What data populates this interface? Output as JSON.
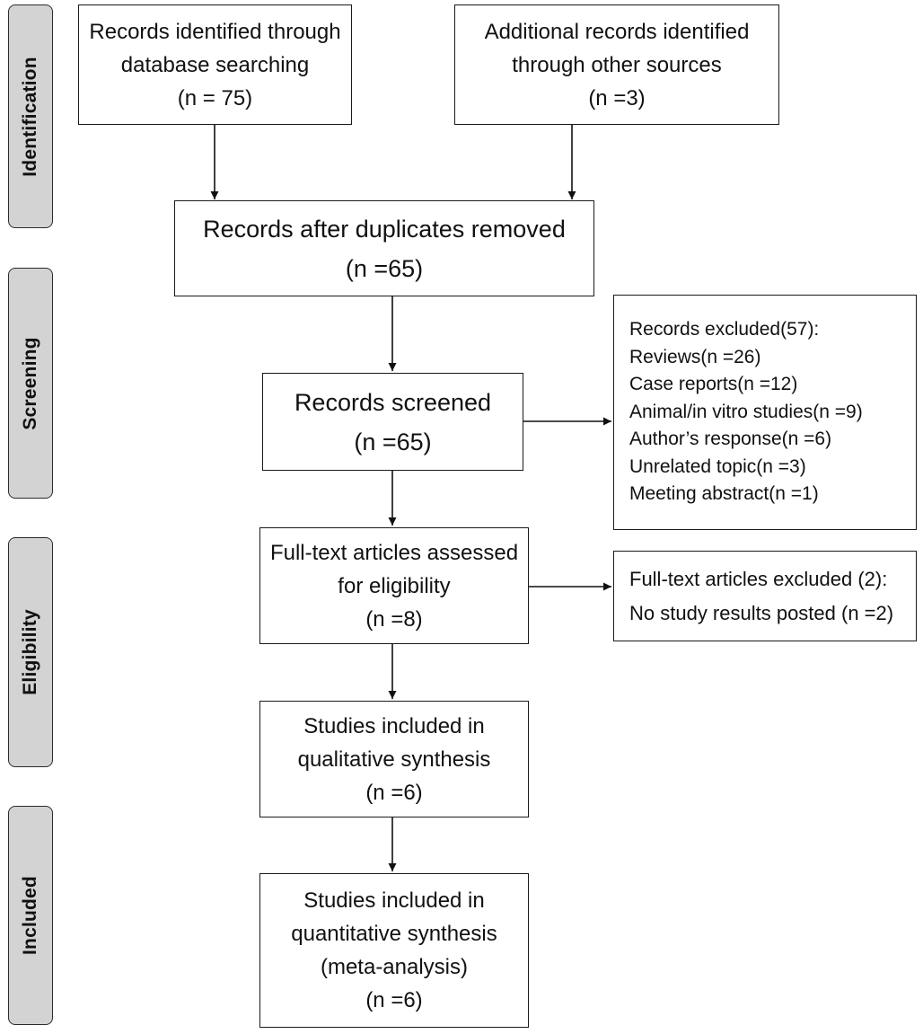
{
  "stages": [
    {
      "key": "identification",
      "label": "Identification"
    },
    {
      "key": "screening",
      "label": "Screening"
    },
    {
      "key": "eligibility",
      "label": "Eligibility"
    },
    {
      "key": "included",
      "label": "Included"
    }
  ],
  "boxes": {
    "database_search": {
      "lines": [
        "Records identified through",
        "database searching",
        "(n = 75)"
      ]
    },
    "other_sources": {
      "lines": [
        "Additional records identified",
        "through other sources",
        "(n =3)"
      ]
    },
    "after_duplicates": {
      "lines": [
        "Records after duplicates removed",
        "(n =65)"
      ]
    },
    "screened": {
      "lines": [
        "Records screened",
        "(n =65)"
      ]
    },
    "records_excluded": {
      "lines": [
        "Records excluded(57):",
        "Reviews(n =26)",
        "Case reports(n =12)",
        "Animal/in vitro studies(n =9)",
        "Author’s response(n =6)",
        "Unrelated topic(n =3)",
        "Meeting abstract(n =1)"
      ]
    },
    "full_text_assessed": {
      "lines": [
        "Full-text articles assessed",
        "for eligibility",
        "(n =8)"
      ]
    },
    "full_text_excluded": {
      "lines": [
        "Full-text articles excluded (2):",
        "No study results posted (n =2)"
      ]
    },
    "qualitative": {
      "lines": [
        "Studies included in",
        "qualitative synthesis",
        "(n =6)"
      ]
    },
    "quantitative": {
      "lines": [
        "Studies included in",
        "quantitative synthesis",
        "(meta-analysis)",
        "(n =6)"
      ]
    }
  }
}
